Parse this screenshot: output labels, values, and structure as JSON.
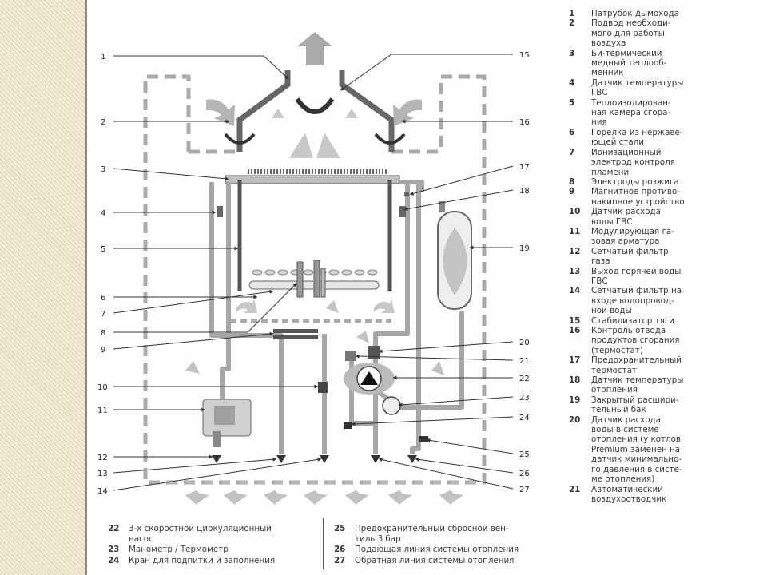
{
  "diagram": {
    "callouts_left": [
      "1",
      "2",
      "3",
      "4",
      "5",
      "6",
      "7",
      "8",
      "9",
      "10",
      "11",
      "12",
      "13",
      "14"
    ],
    "callouts_right": [
      "15",
      "16",
      "17",
      "18",
      "19",
      "20",
      "21",
      "22",
      "23",
      "24",
      "25",
      "26",
      "27"
    ]
  },
  "legend": [
    {
      "num": "1",
      "text": "Патрубок дымохода"
    },
    {
      "num": "2",
      "text": "Подвод необходи-\nмого для работы\nвоздуха"
    },
    {
      "num": "3",
      "text": "Би-термический\nмедный теплооб-\nменник"
    },
    {
      "num": "4",
      "text": "Датчик температуры\nГВС"
    },
    {
      "num": "5",
      "text": "Теплоизолирован-\nная камера сгора-\nния"
    },
    {
      "num": "6",
      "text": "Горелка из нержаве-\nющей стали"
    },
    {
      "num": "7",
      "text": "Ионизационный\nэлектрод контроля\nпламени"
    },
    {
      "num": "8",
      "text": "Электроды розжига"
    },
    {
      "num": "9",
      "text": "Магнитное противо-\nнакипное устройство"
    },
    {
      "num": "10",
      "text": "Датчик расхода\nводы ГВС"
    },
    {
      "num": "11",
      "text": "Модулирующая га-\nзовая арматура"
    },
    {
      "num": "12",
      "text": "Сетчатый фильтр\nгаза"
    },
    {
      "num": "13",
      "text": "Выход горячей воды\nГВС"
    },
    {
      "num": "14",
      "text": "Сетчатый фильтр на\nвходе водопровод-\nной воды"
    },
    {
      "num": "15",
      "text": "Стабилизатор тяги"
    },
    {
      "num": "16",
      "text": "Контроль отвода\nпродуктов сгорания\n(термостат)"
    },
    {
      "num": "17",
      "text": "Предохранительный\nтермостат"
    },
    {
      "num": "18",
      "text": "Датчик температуры\nотопления"
    },
    {
      "num": "19",
      "text": "Закрытый расшири-\nтельный бак"
    },
    {
      "num": "20",
      "text": "Датчик расхода\nводы в системе\nотопления (у котлов\nPremium заменен на\nдатчик минимально-\nго давления в систе-\nме отопления)"
    },
    {
      "num": "21",
      "text": "Автоматический\nвоздухоотводчик"
    }
  ],
  "bottom_legend_left": [
    {
      "num": "22",
      "text": "3-х скоростной циркуляционный\nнасос"
    },
    {
      "num": "23",
      "text": "Манометр / Термометр"
    },
    {
      "num": "24",
      "text": "Кран для подпитки и заполнения"
    }
  ],
  "bottom_legend_right": [
    {
      "num": "25",
      "text": "Предохранительный сбросной вен-\nтиль 3 бар"
    },
    {
      "num": "26",
      "text": "Подающая линия системы отопления"
    },
    {
      "num": "27",
      "text": "Обратная линия системы отопления"
    }
  ]
}
